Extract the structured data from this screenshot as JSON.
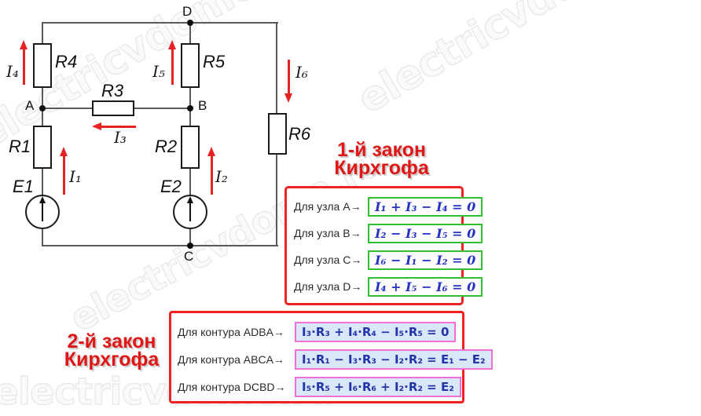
{
  "watermark": {
    "text": "electricvdome.ru"
  },
  "colors": {
    "accent_red": "#e01717",
    "arrow_red": "#e62222",
    "green_border": "#2fc12f",
    "pink_border": "#f070d8",
    "eq1_text": "#2433c4",
    "eq2_text": "#2234a8",
    "eq2_bg": "#d9e7f8"
  },
  "circuit": {
    "nodes": {
      "a": "A",
      "b": "B",
      "c": "C",
      "d": "D"
    },
    "resistors": {
      "r1": "R1",
      "r2": "R2",
      "r3": "R3",
      "r4": "R4",
      "r5": "R5",
      "r6": "R6"
    },
    "sources": {
      "e1": "E1",
      "e2": "E2"
    },
    "currents": {
      "i1": "I₁",
      "i2": "I₂",
      "i3": "I₃",
      "i4": "I₄",
      "i5": "I₅",
      "i6": "I₆"
    }
  },
  "law1": {
    "title_line1": "1-й закон",
    "title_line2": "Кирхгофа",
    "rows": [
      {
        "label": "Для узла A→",
        "equation": "I₁ + I₃ − I₄ = 0"
      },
      {
        "label": "Для узла B→",
        "equation": "I₂ − I₃ − I₅ = 0"
      },
      {
        "label": "Для узла C→",
        "equation": "I₆ − I₁ − I₂ = 0"
      },
      {
        "label": "Для узла D→",
        "equation": "I₄ + I₅ − I₆ = 0"
      }
    ]
  },
  "law2": {
    "title_line1": "2-й закон",
    "title_line2": "Кирхгофа",
    "rows": [
      {
        "label": "Для контура ADBA→",
        "equation": "I₃·R₃ + I₄·R₄ − I₅·R₅ = 0"
      },
      {
        "label": "Для контура ABCA→",
        "equation": "I₁·R₁ − I₃·R₃ − I₂·R₂ = E₁ − E₂"
      },
      {
        "label": "Для контура DCBD→",
        "equation": "I₅·R₅ + I₆·R₆ + I₂·R₂ = E₂"
      }
    ]
  }
}
